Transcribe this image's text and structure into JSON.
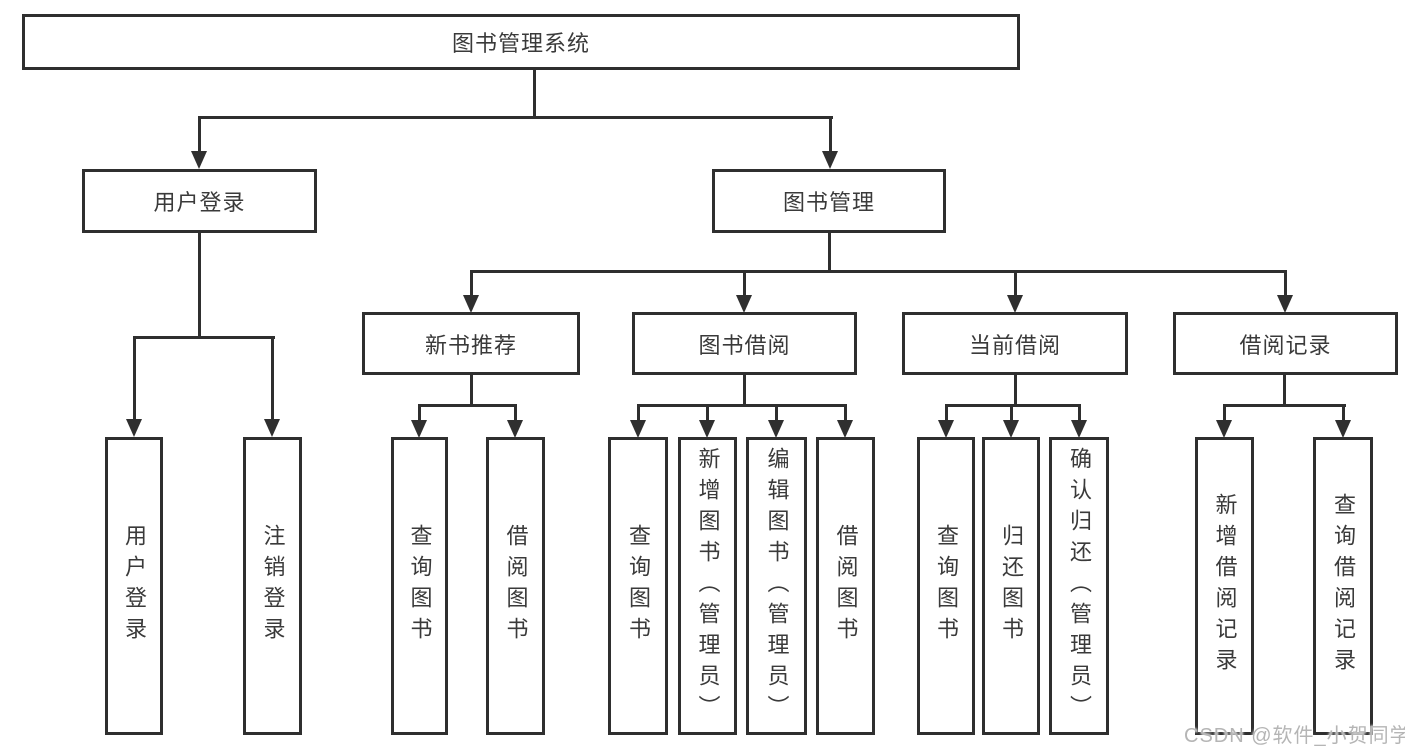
{
  "colors": {
    "line": "#2f2f2f",
    "text": "#3a3a3a",
    "background": "#ffffff",
    "watermark_text": "#b5b5b5"
  },
  "watermark": "CSDN @软件_小贺同学",
  "tree": {
    "root": {
      "label": "图书管理系统"
    },
    "branches": [
      {
        "label": "用户登录",
        "children": [
          {
            "label": "用户登录"
          },
          {
            "label": "注销登录"
          }
        ]
      },
      {
        "label": "图书管理",
        "children": [
          {
            "label": "新书推荐",
            "children": [
              {
                "label": "查询图书"
              },
              {
                "label": "借阅图书"
              }
            ]
          },
          {
            "label": "图书借阅",
            "children": [
              {
                "label": "查询图书"
              },
              {
                "label": "新增图书（管理员）"
              },
              {
                "label": "编辑图书（管理员）"
              },
              {
                "label": "借阅图书"
              }
            ]
          },
          {
            "label": "当前借阅",
            "children": [
              {
                "label": "查询图书"
              },
              {
                "label": "归还图书"
              },
              {
                "label": "确认归还（管理员）"
              }
            ]
          },
          {
            "label": "借阅记录",
            "children": [
              {
                "label": "新增借阅记录"
              },
              {
                "label": "查询借阅记录"
              }
            ]
          }
        ]
      }
    ]
  }
}
